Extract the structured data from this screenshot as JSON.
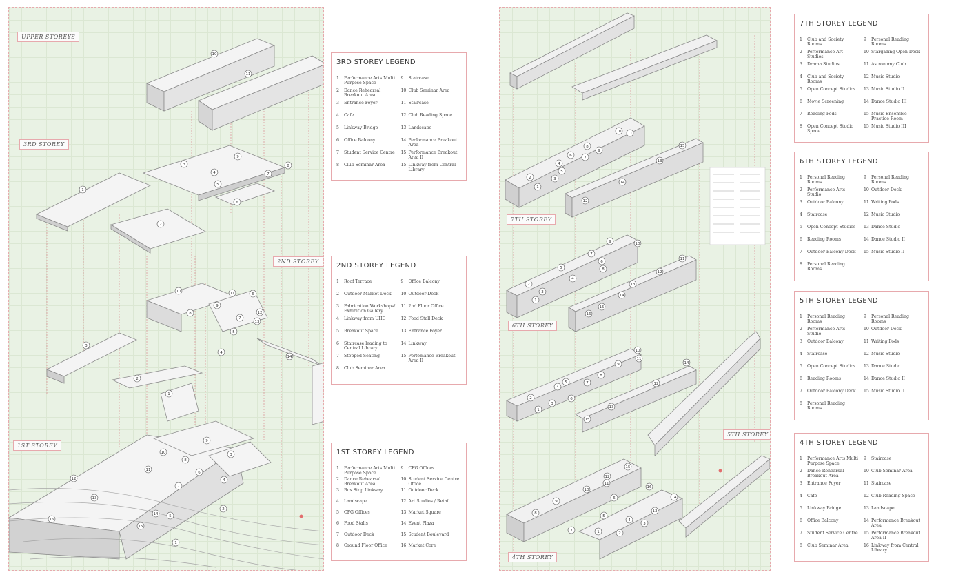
{
  "left_panel": {
    "tags": {
      "upper_storeys": "UPPER STOREYS",
      "third_storey": "3RD STOREY",
      "second_storey": "2ND STOREY",
      "first_storey": "1ST STOREY"
    },
    "markers": {
      "upper": [
        "10",
        "11"
      ],
      "third": [
        "1",
        "2",
        "3",
        "4",
        "5",
        "6",
        "7",
        "8",
        "9"
      ],
      "second": [
        "1",
        "2",
        "3",
        "4",
        "5",
        "6",
        "7",
        "8",
        "9",
        "10",
        "11",
        "12",
        "13",
        "14"
      ],
      "first": [
        "1",
        "2",
        "3",
        "4",
        "5",
        "6",
        "7",
        "8",
        "9",
        "10",
        "11",
        "12",
        "13",
        "14",
        "15",
        "16"
      ]
    }
  },
  "right_panel": {
    "tags": {
      "seventh_storey": "7TH STOREY",
      "sixth_storey": "6TH STOREY",
      "fifth_storey": "5TH STOREY",
      "fourth_storey": "4TH STOREY"
    },
    "markers": {
      "seventh": [
        "1",
        "2",
        "3",
        "4",
        "5",
        "6",
        "7",
        "8",
        "9",
        "10",
        "11",
        "12",
        "13",
        "14",
        "15"
      ],
      "sixth": [
        "1",
        "2",
        "3",
        "4",
        "5",
        "6",
        "7",
        "8",
        "9",
        "10",
        "11",
        "12",
        "13",
        "14",
        "15",
        "16"
      ],
      "fifth": [
        "1",
        "2",
        "3",
        "4",
        "5",
        "6",
        "7",
        "8",
        "9",
        "10",
        "11",
        "12",
        "13",
        "14",
        "15"
      ],
      "fourth": [
        "1",
        "2",
        "3",
        "4",
        "5",
        "6",
        "7",
        "8",
        "9",
        "10",
        "11",
        "12",
        "13",
        "14",
        "15",
        "16"
      ]
    }
  },
  "legends": [
    {
      "id": "3rd",
      "title": "3RD STOREY LEGEND",
      "left": [
        {
          "n": "1",
          "t": "Performance Arts Multi Purpose Space"
        },
        {
          "n": "2",
          "t": "Dance Rehearsal Breakout Area"
        },
        {
          "n": "3",
          "t": "Entrance Foyer"
        },
        {
          "n": "4",
          "t": "Cafe"
        },
        {
          "n": "5",
          "t": "Linkway Bridge"
        },
        {
          "n": "6",
          "t": "Office Balcony"
        },
        {
          "n": "7",
          "t": "Student Service Centre"
        },
        {
          "n": "8",
          "t": "Club Seminar Area"
        }
      ],
      "right": [
        {
          "n": "9",
          "t": "Staircase"
        },
        {
          "n": "10",
          "t": "Club Seminar Area"
        },
        {
          "n": "11",
          "t": "Staircase"
        },
        {
          "n": "12",
          "t": "Club Reading Space"
        },
        {
          "n": "13",
          "t": "Landscape"
        },
        {
          "n": "14",
          "t": "Performance Breakout Area"
        },
        {
          "n": "15",
          "t": "Performance Breakout Area II"
        },
        {
          "n": "15",
          "t": "Linkway from Central Library"
        }
      ]
    },
    {
      "id": "2nd",
      "title": "2ND STOREY LEGEND",
      "left": [
        {
          "n": "1",
          "t": "Roof Terrace"
        },
        {
          "n": "2",
          "t": "Outdoor Market Deck"
        },
        {
          "n": "3",
          "t": "Fabrication Workshops/ Exhibition Gallery"
        },
        {
          "n": "4",
          "t": "Linkway from UHC"
        },
        {
          "n": "5",
          "t": "Breakout Space"
        },
        {
          "n": "6",
          "t": "Staircase leading to Central Library"
        },
        {
          "n": "7",
          "t": "Stepped Seating"
        },
        {
          "n": "8",
          "t": "Club Seminar Area"
        }
      ],
      "right": [
        {
          "n": "9",
          "t": "Office Balcony"
        },
        {
          "n": "10",
          "t": "Outdoor Deck"
        },
        {
          "n": "11",
          "t": "2nd Floor Office"
        },
        {
          "n": "12",
          "t": "Food Stall Deck"
        },
        {
          "n": "13",
          "t": "Entrance Foyer"
        },
        {
          "n": "14",
          "t": "Linkway"
        },
        {
          "n": "15",
          "t": "Perfomance Breakout Area II"
        }
      ]
    },
    {
      "id": "1st",
      "title": "1ST STOREY LEGEND",
      "left": [
        {
          "n": "1",
          "t": "Performance Arts Multi Purpose Space"
        },
        {
          "n": "2",
          "t": "Dance Rehearsal Breakout Area"
        },
        {
          "n": "3",
          "t": "Bus Stop Linkway"
        },
        {
          "n": "4",
          "t": "Landscape"
        },
        {
          "n": "5",
          "t": "CFG Offices"
        },
        {
          "n": "6",
          "t": "Food Stalls"
        },
        {
          "n": "7",
          "t": "Outdoor Deck"
        },
        {
          "n": "8",
          "t": "Ground Floor Office"
        }
      ],
      "right": [
        {
          "n": "9",
          "t": "CFG Offices"
        },
        {
          "n": "10",
          "t": "Student Service Centre Office"
        },
        {
          "n": "11",
          "t": "Outdoor Deck"
        },
        {
          "n": "12",
          "t": "Art Studios / Retail"
        },
        {
          "n": "13",
          "t": "Market Square"
        },
        {
          "n": "14",
          "t": "Event Plaza"
        },
        {
          "n": "15",
          "t": "Student Boulevard"
        },
        {
          "n": "16",
          "t": "Market Core"
        }
      ]
    },
    {
      "id": "7th",
      "title": "7TH STOREY LEGEND",
      "left": [
        {
          "n": "1",
          "t": "Club and Society Rooms"
        },
        {
          "n": "2",
          "t": "Performance Art Studios"
        },
        {
          "n": "3",
          "t": "Drama Studios"
        },
        {
          "n": "4",
          "t": "Club and Society Rooms"
        },
        {
          "n": "5",
          "t": "Open Concept Studios"
        },
        {
          "n": "6",
          "t": "Movie Screening"
        },
        {
          "n": "7",
          "t": "Reading Pods"
        },
        {
          "n": "8",
          "t": "Open Concept Studio Space"
        }
      ],
      "right": [
        {
          "n": "9",
          "t": "Personal Reading Rooms"
        },
        {
          "n": "10",
          "t": "Stargazing Open Deck"
        },
        {
          "n": "11",
          "t": "Astronomy Club"
        },
        {
          "n": "12",
          "t": "Music Studio"
        },
        {
          "n": "13",
          "t": "Music Studio II"
        },
        {
          "n": "14",
          "t": "Dance Studio III"
        },
        {
          "n": "15",
          "t": "Music Ensemble Practice Room"
        },
        {
          "n": "15",
          "t": "Music Studio III"
        }
      ]
    },
    {
      "id": "6th",
      "title": "6TH STOREY LEGEND",
      "left": [
        {
          "n": "1",
          "t": "Personal Reading Rooms"
        },
        {
          "n": "2",
          "t": "Performance Arts Studio"
        },
        {
          "n": "3",
          "t": "Outdoor Balcony"
        },
        {
          "n": "4",
          "t": "Staircase"
        },
        {
          "n": "5",
          "t": "Open Concept Studios"
        },
        {
          "n": "6",
          "t": "Reading Rooms"
        },
        {
          "n": "7",
          "t": "Outdoor Balcony Deck"
        },
        {
          "n": "8",
          "t": "Personal Reading Rooms"
        }
      ],
      "right": [
        {
          "n": "9",
          "t": "Personal Reading Rooms"
        },
        {
          "n": "10",
          "t": "Outdoor Deck"
        },
        {
          "n": "11",
          "t": "Writing Pods"
        },
        {
          "n": "12",
          "t": "Music Studio"
        },
        {
          "n": "13",
          "t": "Dance Studio"
        },
        {
          "n": "14",
          "t": "Dance Studio II"
        },
        {
          "n": "15",
          "t": "Music Studio II"
        }
      ]
    },
    {
      "id": "5th",
      "title": "5TH STOREY LEGEND",
      "left": [
        {
          "n": "1",
          "t": "Personal Reading Rooms"
        },
        {
          "n": "2",
          "t": "Performance Arts Studio"
        },
        {
          "n": "3",
          "t": "Outdoor Balcony"
        },
        {
          "n": "4",
          "t": "Staircase"
        },
        {
          "n": "5",
          "t": "Open Concept Studios"
        },
        {
          "n": "6",
          "t": "Reading Rooms"
        },
        {
          "n": "7",
          "t": "Outdoor Balcony Deck"
        },
        {
          "n": "8",
          "t": "Personal Reading Rooms"
        }
      ],
      "right": [
        {
          "n": "9",
          "t": "Personal Reading Rooms"
        },
        {
          "n": "10",
          "t": "Outdoor Deck"
        },
        {
          "n": "11",
          "t": "Writing Pods"
        },
        {
          "n": "12",
          "t": "Music Studio"
        },
        {
          "n": "13",
          "t": "Dance Studio"
        },
        {
          "n": "14",
          "t": "Dance Studio II"
        },
        {
          "n": "15",
          "t": "Music Studio II"
        }
      ]
    },
    {
      "id": "4th",
      "title": "4TH STOREY LEGEND",
      "left": [
        {
          "n": "1",
          "t": "Performance Arts Multi Purpose Space"
        },
        {
          "n": "2",
          "t": "Dance Rehearsal Breakout Area"
        },
        {
          "n": "3",
          "t": "Entrance Foyer"
        },
        {
          "n": "4",
          "t": "Cafe"
        },
        {
          "n": "5",
          "t": "Linkway Bridge"
        },
        {
          "n": "6",
          "t": "Office Balcony"
        },
        {
          "n": "7",
          "t": "Student Service Centre"
        },
        {
          "n": "8",
          "t": "Club Seminar Area"
        }
      ],
      "right": [
        {
          "n": "9",
          "t": "Staircase"
        },
        {
          "n": "10",
          "t": "Club Seminar Area"
        },
        {
          "n": "11",
          "t": "Staircase"
        },
        {
          "n": "12",
          "t": "Club Reading Space"
        },
        {
          "n": "13",
          "t": "Landscape"
        },
        {
          "n": "14",
          "t": "Performance Breakout Area"
        },
        {
          "n": "15",
          "t": "Performance Breakout Area II"
        },
        {
          "n": "16",
          "t": "Linkway from Central Library"
        }
      ]
    }
  ],
  "colors": {
    "sheet_bg": "#e9f2e4",
    "grid": "#dbe7d3",
    "frame": "#e7a9ad",
    "building_fill": "#f4f4f4",
    "building_stroke": "#8a8a8a",
    "projection_line": "#d88a8f"
  }
}
